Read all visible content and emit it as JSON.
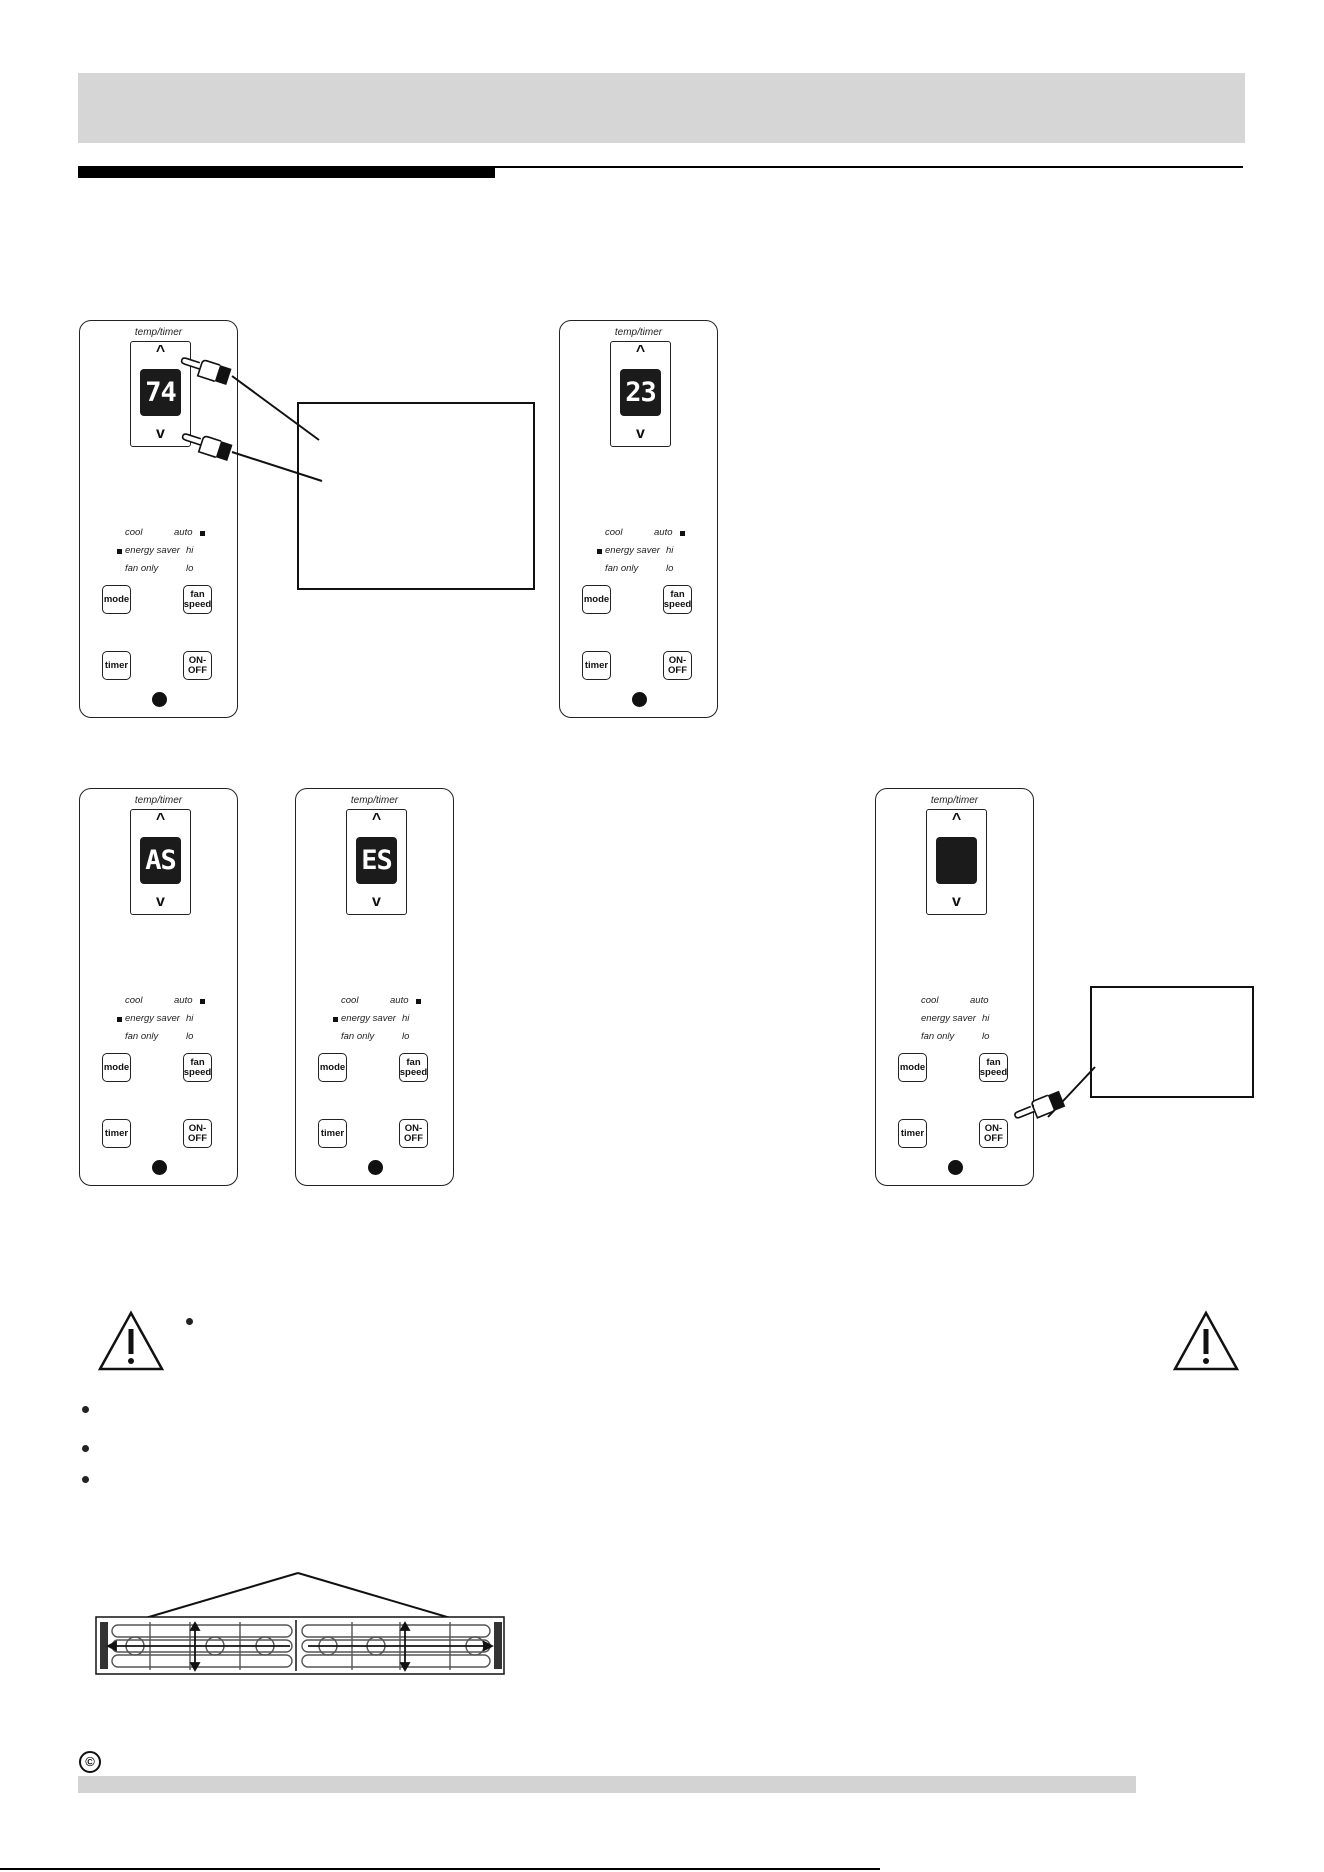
{
  "header": {
    "band_color": "#d6d6d6"
  },
  "remote": {
    "temp_timer_label": "temp/timer",
    "up_symbol": "^",
    "down_symbol": "v",
    "modes": {
      "cool": "cool",
      "auto": "auto",
      "energy_saver": "energy saver",
      "hi": "hi",
      "fan_only": "fan only",
      "lo": "lo"
    },
    "buttons": {
      "mode": "mode",
      "fan": "fan",
      "speed": "speed",
      "timer": "timer",
      "on": "ON-",
      "off": "OFF"
    }
  },
  "panels": [
    {
      "id": "p1",
      "display": "74"
    },
    {
      "id": "p2",
      "display": "23"
    },
    {
      "id": "p3",
      "display": "AS"
    },
    {
      "id": "p4",
      "display": "ES"
    },
    {
      "id": "p5",
      "display": ""
    }
  ],
  "icons": {
    "warning": "warning-triangle-icon",
    "pointer": "pointing-hand-icon",
    "copyright": "©"
  },
  "footer": {
    "copyright_symbol": "©"
  }
}
